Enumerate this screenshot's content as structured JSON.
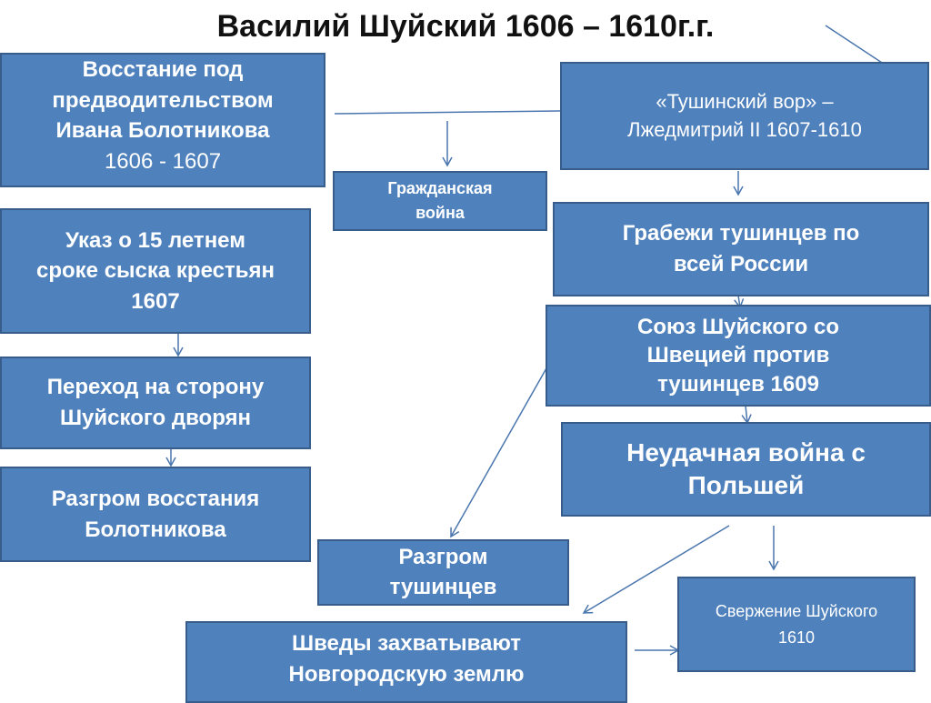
{
  "title": "Василий Шуйский 1606 – 1610г.г.",
  "boxes": {
    "bolotnikov_uprising": {
      "l1": "Восстание под",
      "l2": "предводительством",
      "l3": "Ивана Болотникова",
      "l4": "1606 - 1607"
    },
    "tushino_thief": {
      "l1": "«Тушинский вор» –",
      "l2": "Лжедмитрий II   1607-1610"
    },
    "civil_war": {
      "l1": "Гражданская",
      "l2": "война"
    },
    "decree": {
      "l1": "Указ о 15 летнем",
      "l2": "сроке сыска крестьян",
      "l3": "1607"
    },
    "robberies": {
      "l1": "Грабежи тушинцев по",
      "l2": "всей России"
    },
    "alliance": {
      "l1": "Союз Шуйского со",
      "l2": "Швецией против",
      "l3": "тушинцев 1609"
    },
    "nobles": {
      "l1": "Переход на сторону",
      "l2": "Шуйского дворян"
    },
    "poland_war": {
      "l1": "Неудачная война с",
      "l2": "Польшей"
    },
    "uprising_defeat": {
      "l1": "Разгром восстания",
      "l2": "Болотникова"
    },
    "tushino_defeat": {
      "l1": "Разгром",
      "l2": "тушинцев"
    },
    "overthrow": {
      "l1": "Свержение Шуйского",
      "l2": "1610"
    },
    "swedes": {
      "l1": "Шведы захватывают",
      "l2": "Новгородскую землю"
    }
  },
  "colors": {
    "box_fill": "#4f81bd",
    "box_border": "#385d8a",
    "line": "#4a76ad"
  }
}
